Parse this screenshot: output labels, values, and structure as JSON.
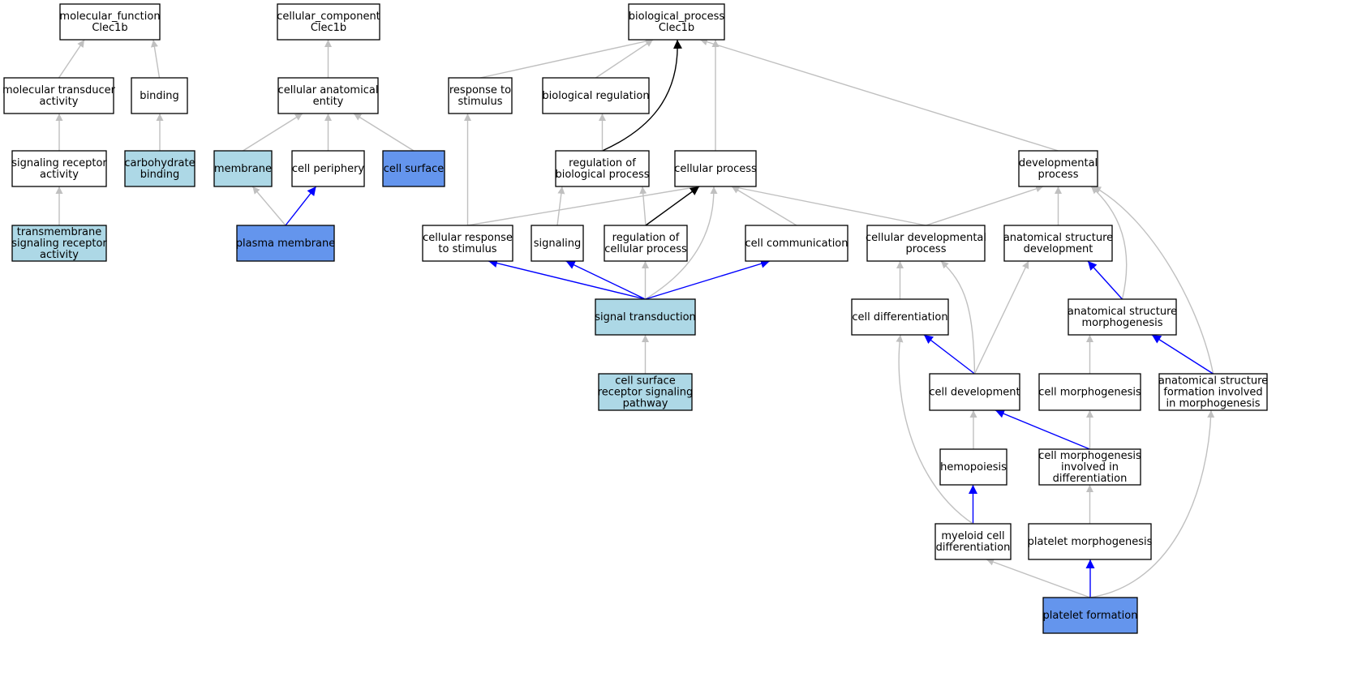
{
  "colors": {
    "plain": "#ffffff",
    "light": "#add8e6",
    "medium": "#6495ed",
    "gray": "#c0c0c0",
    "blue": "#0000ff",
    "black": "#000000"
  },
  "nodes": {
    "mf": {
      "lines": [
        "molecular_function",
        "Clec1b"
      ],
      "fill": "plain"
    },
    "cc": {
      "lines": [
        "cellular_component",
        "Clec1b"
      ],
      "fill": "plain"
    },
    "bp": {
      "lines": [
        "biological_process",
        "Clec1b"
      ],
      "fill": "plain"
    },
    "mta": {
      "lines": [
        "molecular transducer",
        "activity"
      ],
      "fill": "plain"
    },
    "bind": {
      "lines": [
        "binding"
      ],
      "fill": "plain"
    },
    "cae": {
      "lines": [
        "cellular anatomical",
        "entity"
      ],
      "fill": "plain"
    },
    "rts": {
      "lines": [
        "response to",
        "stimulus"
      ],
      "fill": "plain"
    },
    "breg": {
      "lines": [
        "biological regulation"
      ],
      "fill": "plain"
    },
    "sra": {
      "lines": [
        "signaling receptor",
        "activity"
      ],
      "fill": "plain"
    },
    "cbind": {
      "lines": [
        "carbohydrate",
        "binding"
      ],
      "fill": "light"
    },
    "memb": {
      "lines": [
        "membrane"
      ],
      "fill": "light"
    },
    "cperi": {
      "lines": [
        "cell periphery"
      ],
      "fill": "plain"
    },
    "csurf": {
      "lines": [
        "cell surface"
      ],
      "fill": "medium"
    },
    "rbp": {
      "lines": [
        "regulation of",
        "biological process"
      ],
      "fill": "plain"
    },
    "cproc": {
      "lines": [
        "cellular process"
      ],
      "fill": "plain"
    },
    "devp": {
      "lines": [
        "developmental",
        "process"
      ],
      "fill": "plain"
    },
    "tmsra": {
      "lines": [
        "transmembrane",
        "signaling receptor",
        "activity"
      ],
      "fill": "light"
    },
    "pmemb": {
      "lines": [
        "plasma membrane"
      ],
      "fill": "medium"
    },
    "crts": {
      "lines": [
        "cellular response",
        "to stimulus"
      ],
      "fill": "plain"
    },
    "sig": {
      "lines": [
        "signaling"
      ],
      "fill": "plain"
    },
    "rcp": {
      "lines": [
        "regulation of",
        "cellular process"
      ],
      "fill": "plain"
    },
    "ccomm": {
      "lines": [
        "cell communication"
      ],
      "fill": "plain"
    },
    "cdevp": {
      "lines": [
        "cellular developmental",
        "process"
      ],
      "fill": "plain"
    },
    "asdev": {
      "lines": [
        "anatomical structure",
        "development"
      ],
      "fill": "plain"
    },
    "sigtr": {
      "lines": [
        "signal transduction"
      ],
      "fill": "light"
    },
    "cdiff": {
      "lines": [
        "cell differentiation"
      ],
      "fill": "plain"
    },
    "asmorph": {
      "lines": [
        "anatomical structure",
        "morphogenesis"
      ],
      "fill": "plain"
    },
    "csrsp": {
      "lines": [
        "cell surface",
        "receptor signaling",
        "pathway"
      ],
      "fill": "light"
    },
    "cdev": {
      "lines": [
        "cell development"
      ],
      "fill": "plain"
    },
    "cmorph": {
      "lines": [
        "cell morphogenesis"
      ],
      "fill": "plain"
    },
    "asfim": {
      "lines": [
        "anatomical structure",
        "formation involved",
        "in morphogenesis"
      ],
      "fill": "plain"
    },
    "hemo": {
      "lines": [
        "hemopoiesis"
      ],
      "fill": "plain"
    },
    "cmid": {
      "lines": [
        "cell morphogenesis",
        "involved in",
        "differentiation"
      ],
      "fill": "plain"
    },
    "mcd": {
      "lines": [
        "myeloid cell",
        "differentiation"
      ],
      "fill": "plain"
    },
    "pmorph": {
      "lines": [
        "platelet morphogenesis"
      ],
      "fill": "plain"
    },
    "pform": {
      "lines": [
        "platelet formation"
      ],
      "fill": "medium"
    }
  },
  "edges": [
    {
      "from": "mta",
      "to": "mf",
      "color": "gray"
    },
    {
      "from": "bind",
      "to": "mf",
      "color": "gray"
    },
    {
      "from": "sra",
      "to": "mta",
      "color": "gray"
    },
    {
      "from": "cbind",
      "to": "bind",
      "color": "gray"
    },
    {
      "from": "tmsra",
      "to": "sra",
      "color": "gray"
    },
    {
      "from": "cae",
      "to": "cc",
      "color": "gray"
    },
    {
      "from": "memb",
      "to": "cae",
      "color": "gray"
    },
    {
      "from": "cperi",
      "to": "cae",
      "color": "gray"
    },
    {
      "from": "csurf",
      "to": "cae",
      "color": "gray"
    },
    {
      "from": "pmemb",
      "to": "memb",
      "color": "gray"
    },
    {
      "from": "pmemb",
      "to": "cperi",
      "color": "blue"
    },
    {
      "from": "rts",
      "to": "bp",
      "color": "gray"
    },
    {
      "from": "breg",
      "to": "bp",
      "color": "gray"
    },
    {
      "from": "rbp",
      "to": "bp",
      "color": "black"
    },
    {
      "from": "cproc",
      "to": "bp",
      "color": "gray"
    },
    {
      "from": "devp",
      "to": "bp",
      "color": "gray"
    },
    {
      "from": "rbp",
      "to": "breg",
      "color": "gray"
    },
    {
      "from": "crts",
      "to": "rts",
      "color": "gray"
    },
    {
      "from": "crts",
      "to": "cproc",
      "color": "gray"
    },
    {
      "from": "sig",
      "to": "rbp",
      "color": "gray"
    },
    {
      "from": "rcp",
      "to": "rbp",
      "color": "gray"
    },
    {
      "from": "rcp",
      "to": "cproc",
      "color": "black"
    },
    {
      "from": "ccomm",
      "to": "cproc",
      "color": "gray"
    },
    {
      "from": "cdevp",
      "to": "cproc",
      "color": "gray"
    },
    {
      "from": "cdevp",
      "to": "devp",
      "color": "gray"
    },
    {
      "from": "asdev",
      "to": "devp",
      "color": "gray"
    },
    {
      "from": "asmorph",
      "to": "devp",
      "color": "gray"
    },
    {
      "from": "asfim",
      "to": "devp",
      "color": "gray"
    },
    {
      "from": "sigtr",
      "to": "crts",
      "color": "blue"
    },
    {
      "from": "sigtr",
      "to": "sig",
      "color": "blue"
    },
    {
      "from": "sigtr",
      "to": "rcp",
      "color": "gray"
    },
    {
      "from": "sigtr",
      "to": "cproc",
      "color": "gray"
    },
    {
      "from": "sigtr",
      "to": "ccomm",
      "color": "blue"
    },
    {
      "from": "csrsp",
      "to": "sigtr",
      "color": "gray"
    },
    {
      "from": "cdiff",
      "to": "cdevp",
      "color": "gray"
    },
    {
      "from": "asmorph",
      "to": "asdev",
      "color": "blue"
    },
    {
      "from": "cdev",
      "to": "cdiff",
      "color": "blue"
    },
    {
      "from": "cdev",
      "to": "cdevp",
      "color": "gray"
    },
    {
      "from": "cdev",
      "to": "asdev",
      "color": "gray"
    },
    {
      "from": "cmorph",
      "to": "asmorph",
      "color": "gray"
    },
    {
      "from": "asfim",
      "to": "asmorph",
      "color": "blue"
    },
    {
      "from": "hemo",
      "to": "cdev",
      "color": "gray"
    },
    {
      "from": "cmid",
      "to": "cdev",
      "color": "blue"
    },
    {
      "from": "cmid",
      "to": "cmorph",
      "color": "gray"
    },
    {
      "from": "mcd",
      "to": "hemo",
      "color": "blue"
    },
    {
      "from": "mcd",
      "to": "cdiff",
      "color": "gray"
    },
    {
      "from": "pmorph",
      "to": "cmid",
      "color": "gray"
    },
    {
      "from": "pform",
      "to": "mcd",
      "color": "gray"
    },
    {
      "from": "pform",
      "to": "pmorph",
      "color": "blue"
    },
    {
      "from": "pform",
      "to": "asfim",
      "color": "gray"
    }
  ]
}
